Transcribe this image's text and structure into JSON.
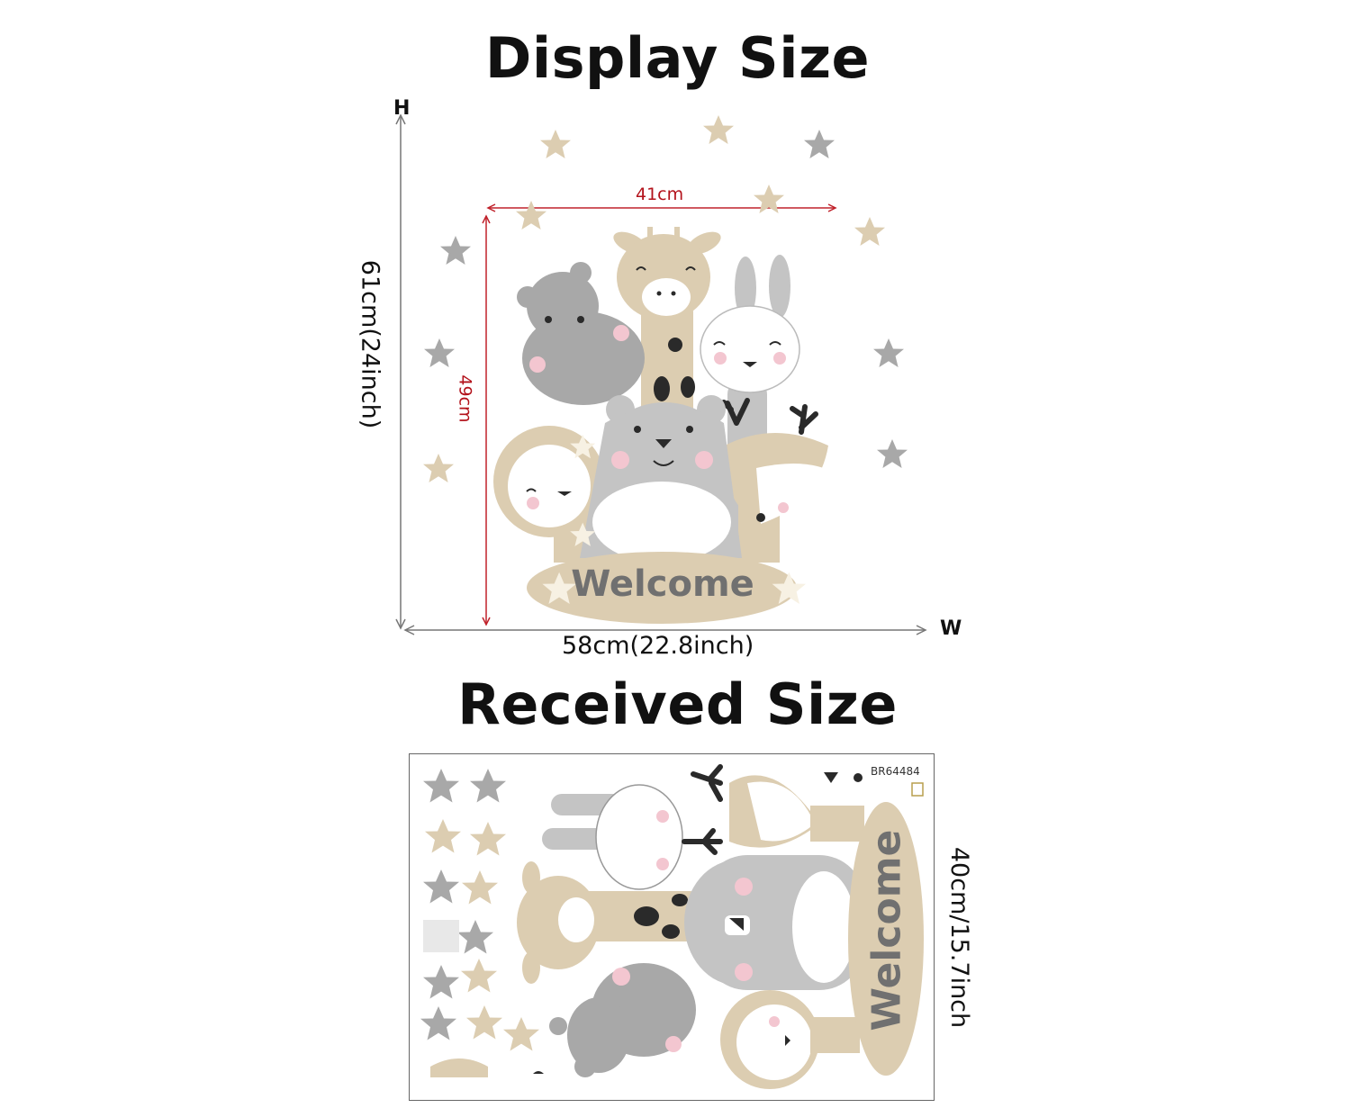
{
  "display": {
    "title": "Display Size",
    "axis_h": "H",
    "axis_w": "W",
    "height_label": "61cm(24inch)",
    "width_label": "58cm(22.8inch)",
    "inner_width_label": "41cm",
    "inner_height_label": "49cm",
    "welcome_text": "Welcome"
  },
  "received": {
    "title": "Received Size",
    "size_label": "40cm/15.7inch",
    "product_code": "BR64484",
    "welcome_text": "Welcome"
  },
  "colors": {
    "beige": "#dccdb1",
    "grey": "#a8a8a8",
    "light_grey": "#c4c4c4",
    "dark": "#2a2a2a",
    "pink": "#f3c6d0",
    "red_dim": "#c0222b"
  }
}
